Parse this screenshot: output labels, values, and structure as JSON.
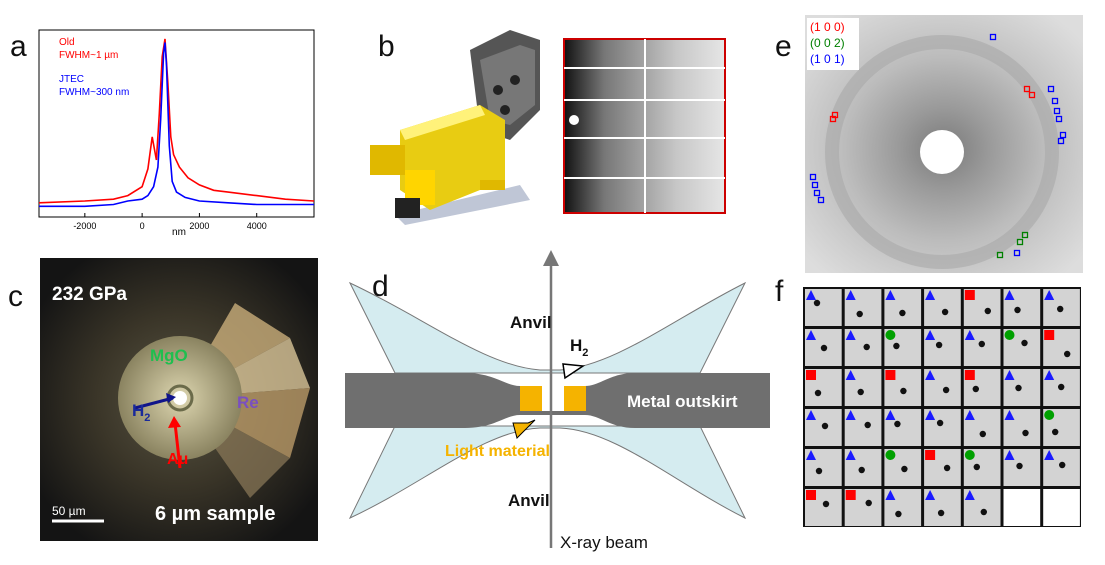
{
  "panel_labels": {
    "a": "a",
    "b": "b",
    "c": "c",
    "d": "d",
    "e": "e",
    "f": "f"
  },
  "chart_data": {
    "type": "line",
    "xlabel": "nm",
    "ylabel": "",
    "xlim": [
      -3600,
      6000
    ],
    "ylim": [
      0,
      1.05
    ],
    "x_ticks": [
      -2000,
      0,
      2000,
      4000
    ],
    "series": [
      {
        "name": "Old",
        "note": "FWHM~1 µm",
        "color": "#ff0000",
        "x": [
          -3600,
          -2000,
          -1000,
          -500,
          0,
          200,
          350,
          500,
          600,
          700,
          800,
          900,
          1000,
          1100,
          1300,
          1600,
          2000,
          2500,
          3000,
          4000,
          5000,
          6000
        ],
        "y": [
          0.08,
          0.09,
          0.1,
          0.12,
          0.17,
          0.27,
          0.45,
          0.32,
          0.58,
          0.9,
          1.0,
          0.75,
          0.45,
          0.35,
          0.28,
          0.22,
          0.18,
          0.15,
          0.14,
          0.12,
          0.1,
          0.09
        ]
      },
      {
        "name": "JTEC",
        "note": "FWHM~300 nm",
        "color": "#0000ff",
        "x": [
          -3600,
          -2000,
          -1000,
          -500,
          0,
          200,
          400,
          550,
          650,
          750,
          800,
          850,
          950,
          1050,
          1200,
          1500,
          2000,
          3000,
          4000,
          6000
        ],
        "y": [
          0.06,
          0.06,
          0.07,
          0.09,
          0.1,
          0.12,
          0.17,
          0.28,
          0.55,
          0.92,
          0.98,
          0.85,
          0.4,
          0.2,
          0.14,
          0.11,
          0.09,
          0.08,
          0.07,
          0.07
        ]
      }
    ]
  },
  "panel_c": {
    "pressure": "232 GPa",
    "mgo": "MgO",
    "h2": "H",
    "h2_sub": "2",
    "re": "Re",
    "au": "Au",
    "scalebar": "50 µm",
    "sample": "6 µm sample"
  },
  "panel_d": {
    "anvil_top": "Anvil",
    "anvil_bottom": "Anvil",
    "h2": "H",
    "h2_sub": "2",
    "metal": "Metal outskirt",
    "light": "Light material",
    "xray": "X-ray beam"
  },
  "panel_e": {
    "legend": [
      {
        "label": "(1 0 0)",
        "color": "#ff0000"
      },
      {
        "label": "(0 0 2)",
        "color": "#008000"
      },
      {
        "label": "(1 0 1)",
        "color": "#0000ff"
      }
    ]
  },
  "panel_f": {
    "grid_rows": [
      [
        "blue",
        "blue",
        "blue",
        "blue",
        "red",
        "blue",
        "blue"
      ],
      [
        "blue",
        "blue",
        "green",
        "blue",
        "blue",
        "green",
        "red"
      ],
      [
        "red",
        "blue",
        "red",
        "blue",
        "red",
        "blue",
        "blue"
      ],
      [
        "blue",
        "blue",
        "blue",
        "blue",
        "blue",
        "blue",
        "green"
      ],
      [
        "blue",
        "blue",
        "green",
        "red",
        "green",
        "blue",
        "blue"
      ],
      [
        "red",
        "red",
        "blue",
        "blue",
        "blue",
        "",
        ""
      ]
    ],
    "colors": {
      "red": "#ff0000",
      "green": "#00a000",
      "blue": "#1a1aff"
    }
  }
}
